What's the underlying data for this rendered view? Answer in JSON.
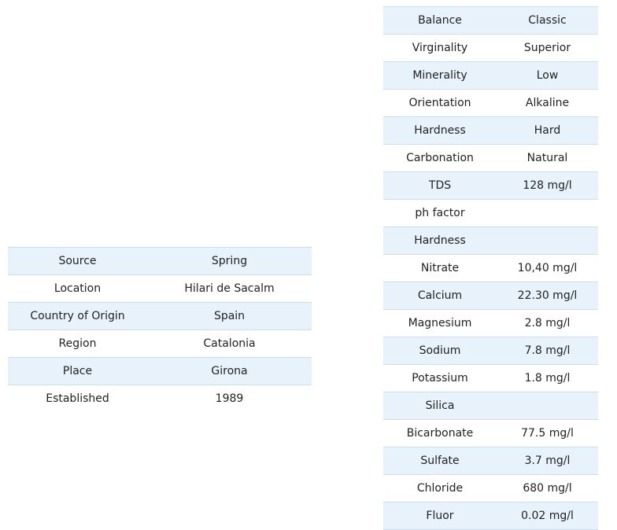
{
  "origin_table": {
    "rows": [
      {
        "label": "Source",
        "value": "Spring"
      },
      {
        "label": "Location",
        "value": "Hilari de Sacalm"
      },
      {
        "label": "Country of Origin",
        "value": "Spain"
      },
      {
        "label": "Region",
        "value": "Catalonia"
      },
      {
        "label": "Place",
        "value": "Girona"
      },
      {
        "label": "Established",
        "value": "1989"
      }
    ]
  },
  "mineral_table": {
    "rows": [
      {
        "label": "Balance",
        "value": "Classic"
      },
      {
        "label": "Virginality",
        "value": "Superior"
      },
      {
        "label": "Minerality",
        "value": "Low"
      },
      {
        "label": "Orientation",
        "value": "Alkaline"
      },
      {
        "label": "Hardness",
        "value": "Hard"
      },
      {
        "label": "Carbonation",
        "value": "Natural"
      },
      {
        "label": "TDS",
        "value": "128 mg/l"
      },
      {
        "label": "ph factor",
        "value": ""
      },
      {
        "label": "Hardness",
        "value": ""
      },
      {
        "label": "Nitrate",
        "value": "10,40 mg/l"
      },
      {
        "label": "Calcium",
        "value": "22.30 mg/l"
      },
      {
        "label": "Magnesium",
        "value": "2.8 mg/l"
      },
      {
        "label": "Sodium",
        "value": "7.8 mg/l"
      },
      {
        "label": "Potassium",
        "value": "1.8 mg/l"
      },
      {
        "label": "Silica",
        "value": ""
      },
      {
        "label": "Bicarbonate",
        "value": "77.5 mg/l"
      },
      {
        "label": "Sulfate",
        "value": "3.7 mg/l"
      },
      {
        "label": "Chloride",
        "value": "680 mg/l"
      },
      {
        "label": "Fluor",
        "value": "0.02 mg/l"
      }
    ]
  }
}
